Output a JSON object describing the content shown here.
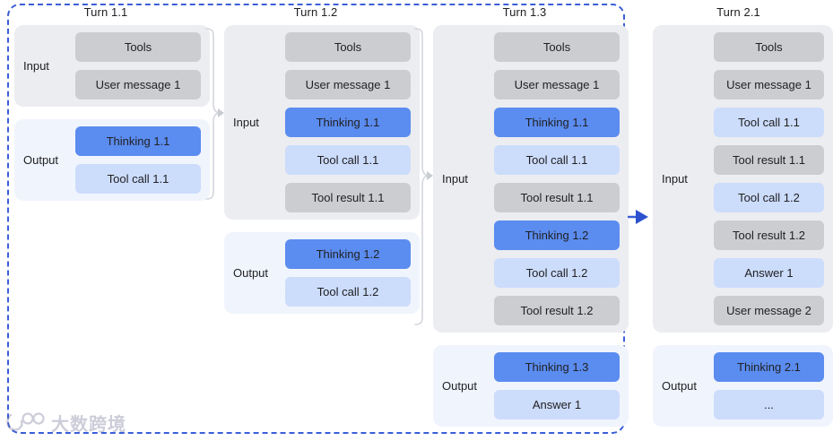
{
  "colors": {
    "group_border": "#3b5ed8",
    "input_bg": "#ecedf1",
    "output_bg": "#f0f4fd",
    "item_gray": "#cbcdd1",
    "item_lightblue": "#ccdcfb",
    "item_blue": "#5b8cef",
    "arrow_blue": "#3b5ed8",
    "brace_gray": "#d4d6dc"
  },
  "labels": {
    "input": "Input",
    "output": "Output"
  },
  "columns": [
    {
      "id": "turn-1-1",
      "title": "Turn 1.1",
      "input": [
        {
          "label": "Tools",
          "style": "gray"
        },
        {
          "label": "User message 1",
          "style": "gray"
        }
      ],
      "output": [
        {
          "label": "Thinking 1.1",
          "style": "blue"
        },
        {
          "label": "Tool call 1.1",
          "style": "lightblue"
        }
      ]
    },
    {
      "id": "turn-1-2",
      "title": "Turn 1.2",
      "input": [
        {
          "label": "Tools",
          "style": "gray"
        },
        {
          "label": "User message 1",
          "style": "gray"
        },
        {
          "label": "Thinking 1.1",
          "style": "blue"
        },
        {
          "label": "Tool call 1.1",
          "style": "lightblue"
        },
        {
          "label": "Tool result 1.1",
          "style": "gray"
        }
      ],
      "output": [
        {
          "label": "Thinking 1.2",
          "style": "blue"
        },
        {
          "label": "Tool call 1.2",
          "style": "lightblue"
        }
      ]
    },
    {
      "id": "turn-1-3",
      "title": "Turn 1.3",
      "input": [
        {
          "label": "Tools",
          "style": "gray"
        },
        {
          "label": "User message 1",
          "style": "gray"
        },
        {
          "label": "Thinking 1.1",
          "style": "blue"
        },
        {
          "label": "Tool call 1.1",
          "style": "lightblue"
        },
        {
          "label": "Tool result 1.1",
          "style": "gray"
        },
        {
          "label": "Thinking 1.2",
          "style": "blue"
        },
        {
          "label": "Tool call 1.2",
          "style": "lightblue"
        },
        {
          "label": "Tool result 1.2",
          "style": "gray"
        }
      ],
      "output": [
        {
          "label": "Thinking 1.3",
          "style": "blue"
        },
        {
          "label": "Answer 1",
          "style": "lightblue"
        }
      ]
    },
    {
      "id": "turn-2-1",
      "title": "Turn 2.1",
      "input": [
        {
          "label": "Tools",
          "style": "gray"
        },
        {
          "label": "User message 1",
          "style": "gray"
        },
        {
          "label": "Tool call 1.1",
          "style": "lightblue"
        },
        {
          "label": "Tool result 1.1",
          "style": "gray"
        },
        {
          "label": "Tool call 1.2",
          "style": "lightblue"
        },
        {
          "label": "Tool result 1.2",
          "style": "gray"
        },
        {
          "label": "Answer 1",
          "style": "lightblue"
        },
        {
          "label": "User message 2",
          "style": "gray"
        }
      ],
      "output": [
        {
          "label": "Thinking 2.1",
          "style": "blue"
        },
        {
          "label": "...",
          "style": "lightblue"
        }
      ]
    }
  ],
  "watermark": {
    "text": "大数跨境"
  }
}
